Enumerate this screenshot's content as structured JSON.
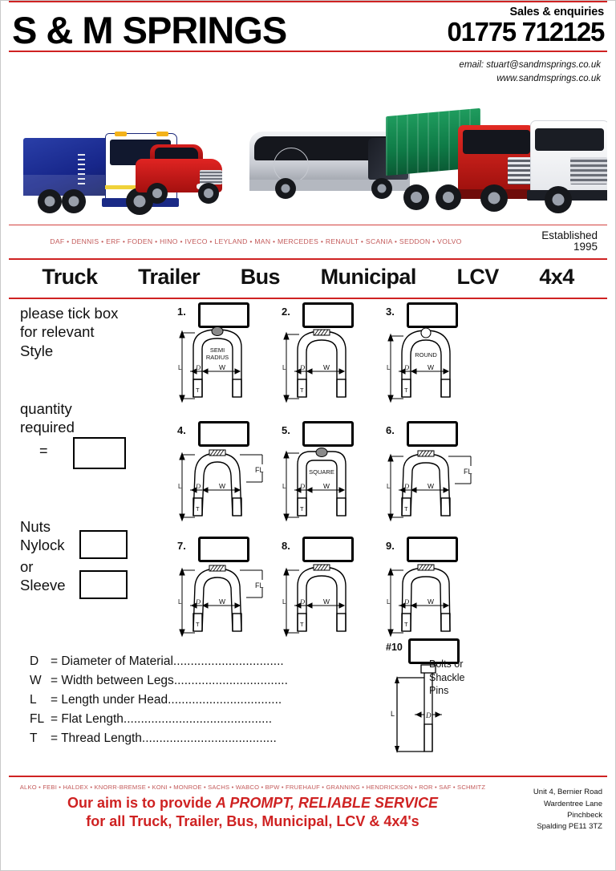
{
  "header": {
    "company_name": "S & M SPRINGS",
    "sales_label": "Sales & enquiries",
    "phone": "01775 712125",
    "email": "email: stuart@sandmsprings.co.uk",
    "website": "www.sandmsprings.co.uk"
  },
  "photo_band": {
    "vehicles": [
      "refuse-truck",
      "4x4-pickup",
      "coach-bus",
      "green-tipper-truck",
      "red-scania-truck",
      "white-scania-truck"
    ]
  },
  "makes_strip": {
    "makes": "DAF • DENNIS • ERF • FODEN • HINO • IVECO • LEYLAND • MAN • MERCEDES • RENAULT • SCANIA • SEDDON • VOLVO",
    "established_label": "Established",
    "established_year": "1995"
  },
  "sectors": [
    {
      "label": "Truck"
    },
    {
      "label": "Trailer"
    },
    {
      "label": "Bus"
    },
    {
      "label": "Municipal"
    },
    {
      "label": "LCV"
    },
    {
      "label": "4x4"
    }
  ],
  "form": {
    "tick_note": "please tick box\nfor relevant\nStyle",
    "tick_note_l1": "please tick box",
    "tick_note_l2": "for relevant",
    "tick_note_l3": "Style",
    "quantity_l1": "quantity",
    "quantity_l2": "required",
    "equals": "=",
    "nuts_label": "Nuts",
    "nylock_label": "Nylock",
    "or_label": "or",
    "sleeve_label": "Sleeve",
    "qty_value": "",
    "nylock_value": "",
    "sleeve_value": ""
  },
  "styles": [
    {
      "num": "1.",
      "caption": "SEMI RADIUS",
      "top": "round-bar",
      "flat": false
    },
    {
      "num": "2.",
      "caption": "",
      "top": "hatched",
      "flat": false
    },
    {
      "num": "3.",
      "caption": "ROUND",
      "top": "round-bar",
      "flat": false
    },
    {
      "num": "4.",
      "caption": "",
      "top": "hatched",
      "flat": true,
      "flat_label": "FL"
    },
    {
      "num": "5.",
      "caption": "SQUARE",
      "top": "round-bar",
      "flat": false
    },
    {
      "num": "6.",
      "caption": "",
      "top": "hatched",
      "flat": true,
      "flat_label": "FL"
    },
    {
      "num": "7.",
      "caption": "",
      "top": "hatched",
      "flat": true,
      "flat_label": "FL"
    },
    {
      "num": "8.",
      "caption": "",
      "top": "hatched",
      "flat": false
    },
    {
      "num": "9.",
      "caption": "",
      "top": "hatched",
      "flat": false
    }
  ],
  "dim_labels": {
    "L": "L",
    "D": "D",
    "W": "W",
    "T": "T",
    "FL": "FL"
  },
  "bolts": {
    "num": "#10",
    "label_l1": "Bolts or",
    "label_l2": "Shackle",
    "label_l3": "Pins",
    "dim_L": "L",
    "dim_D": "D"
  },
  "legend": [
    {
      "key": "D",
      "text": "= Diameter of Material",
      "dots": "................................"
    },
    {
      "key": "W",
      "text": "= Width between Legs",
      "dots": "................................."
    },
    {
      "key": "L",
      "text": "= Length under Head",
      "dots": "................................."
    },
    {
      "key": "FL",
      "text": "= Flat Length",
      "dots": "..........................................."
    },
    {
      "key": "T",
      "text": "= Thread Length",
      "dots": "......................................."
    }
  ],
  "footer": {
    "parts_makes": "ALKO • FEBI • HALDEX • KNORR-BREMSE • KONI • MONROE • SACHS • WABCO • BPW • FRUEHAUF • GRANNING • HENDRICKSON • ROR • SAF • SCHMITZ",
    "slogan_l1_a": "Our aim is to provide ",
    "slogan_l1_b": "A PROMPT, RELIABLE SERVICE",
    "slogan_l2": "for all Truck, Trailer, Bus, Municipal, LCV & 4x4's",
    "address": [
      "Unit 4, Bernier Road",
      "Wardentree Lane",
      "Pinchbeck",
      "Spalding  PE11 3TZ"
    ]
  },
  "colors": {
    "brand_red": "#cf2222",
    "makes_red": "#c35a5a",
    "ink": "#111111"
  }
}
